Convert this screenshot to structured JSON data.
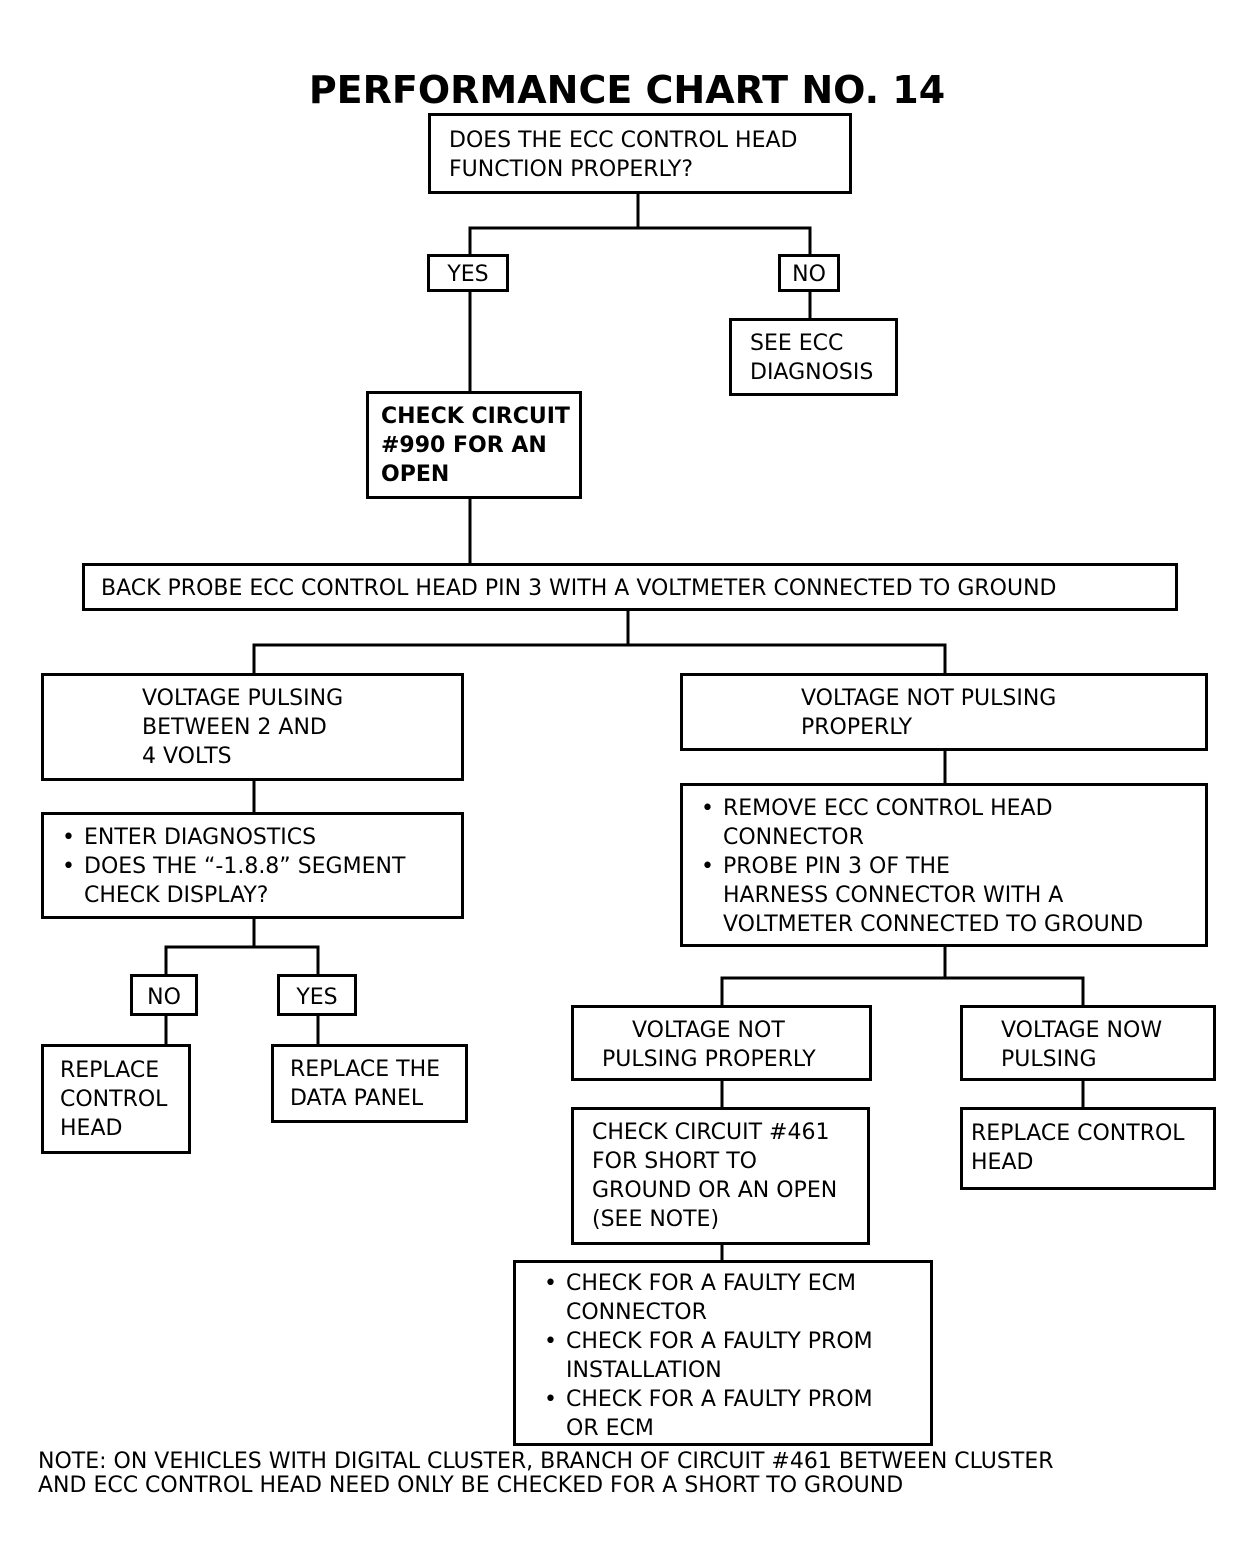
{
  "title": "PERFORMANCE CHART NO. 14",
  "nodes": {
    "q_control_head": [
      "DOES THE ECC CONTROL HEAD",
      "FUNCTION PROPERLY?"
    ],
    "yes_1": "YES",
    "no_1": "NO",
    "see_ecc": [
      "SEE ECC",
      "DIAGNOSIS"
    ],
    "check_990": [
      "CHECK CIRCUIT",
      "#990 FOR AN",
      "OPEN"
    ],
    "back_probe": "BACK PROBE ECC CONTROL HEAD PIN 3 WITH A VOLTMETER CONNECTED TO GROUND",
    "pulsing": [
      "VOLTAGE PULSING",
      "BETWEEN 2 AND",
      "4 VOLTS"
    ],
    "not_pulsing": [
      "VOLTAGE NOT PULSING",
      "PROPERLY"
    ],
    "enter_diag": [
      [
        "ENTER DIAGNOSTICS"
      ],
      [
        "DOES THE “-1.8.8” SEGMENT",
        "CHECK DISPLAY?"
      ]
    ],
    "remove_connector": [
      [
        "REMOVE ECC CONTROL HEAD",
        "CONNECTOR"
      ],
      [
        "PROBE PIN 3 OF THE",
        "HARNESS CONNECTOR WITH A",
        "VOLTMETER CONNECTED TO GROUND"
      ]
    ],
    "no_2": "NO",
    "yes_2": "YES",
    "replace_control_head_1": [
      "REPLACE",
      "CONTROL",
      "HEAD"
    ],
    "replace_data_panel": [
      "REPLACE THE",
      "DATA PANEL"
    ],
    "not_pulsing_2": [
      "VOLTAGE NOT",
      "PULSING PROPERLY"
    ],
    "now_pulsing": [
      "VOLTAGE NOW",
      "PULSING"
    ],
    "check_461": [
      "CHECK CIRCUIT #461",
      "FOR SHORT TO",
      "GROUND OR AN OPEN",
      "(SEE NOTE)"
    ],
    "replace_control_head_2": [
      "REPLACE CONTROL",
      "HEAD"
    ],
    "faulty_checks": [
      [
        "CHECK FOR A FAULTY ECM",
        "CONNECTOR"
      ],
      [
        "CHECK FOR A FAULTY PROM",
        "INSTALLATION"
      ],
      [
        "CHECK FOR A FAULTY PROM",
        "OR ECM"
      ]
    ]
  },
  "note": [
    "NOTE: ON VEHICLES WITH DIGITAL CLUSTER, BRANCH OF CIRCUIT #461 BETWEEN CLUSTER",
    "AND ECC CONTROL HEAD NEED ONLY BE CHECKED FOR A SHORT TO GROUND"
  ]
}
